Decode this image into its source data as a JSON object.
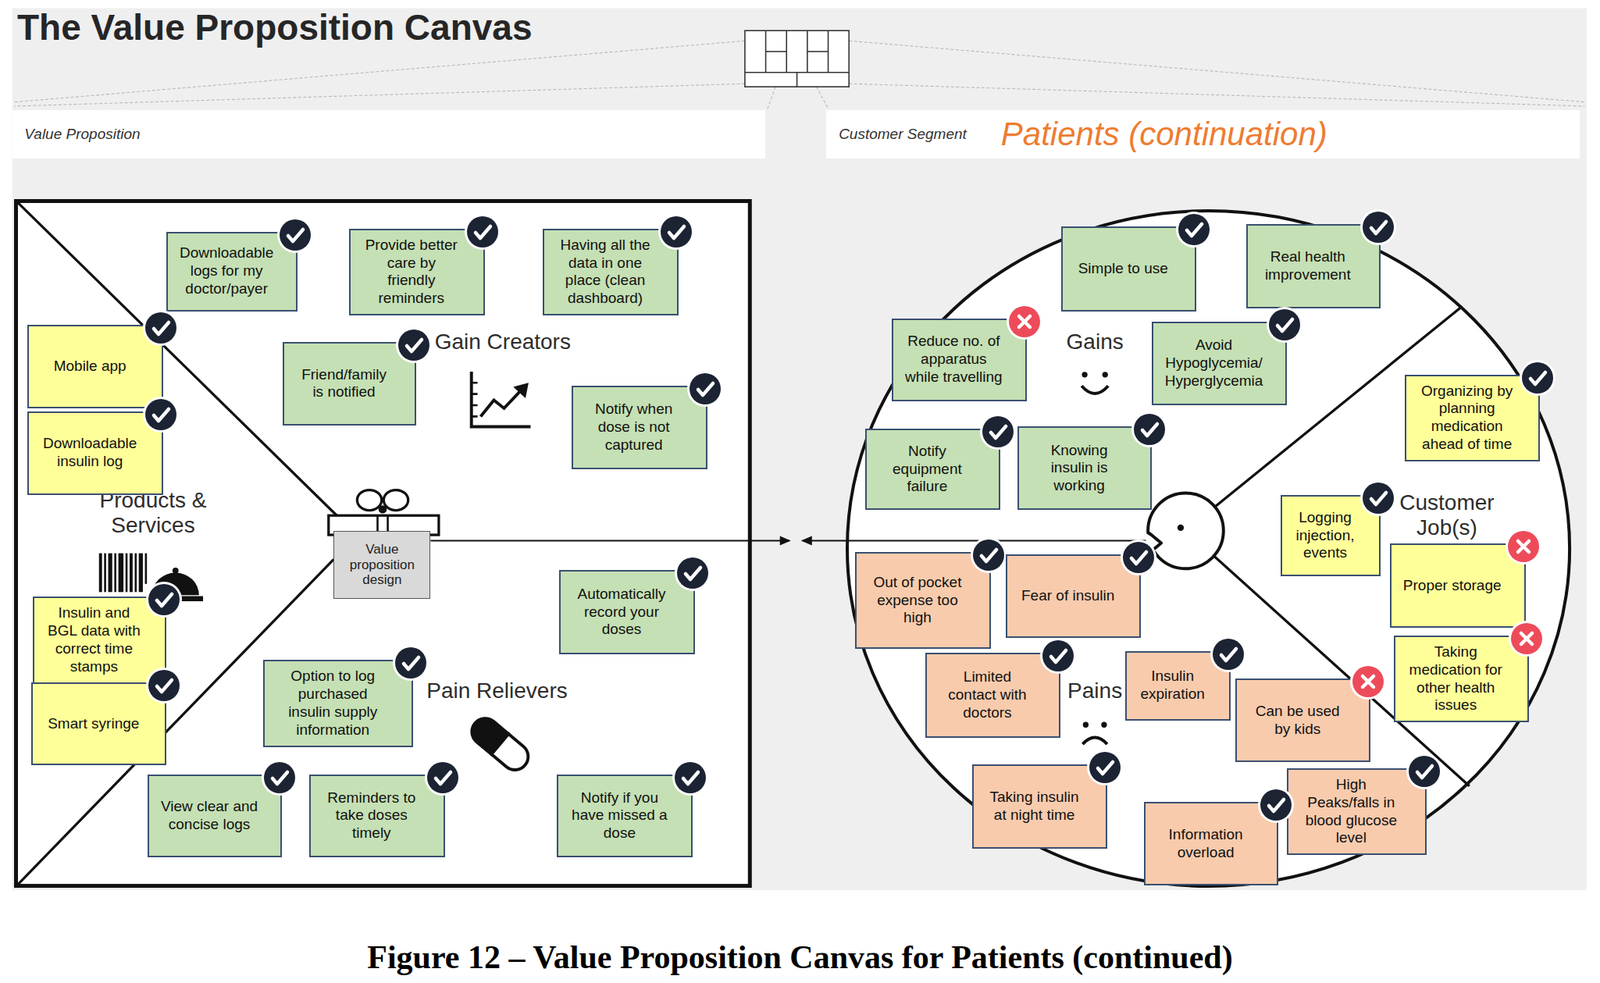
{
  "diagram": {
    "title": "The Value Proposition Canvas",
    "caption": "Figure 12 – Value Proposition Canvas for Patients (continued)",
    "nodes": [
      {
        "text": [
          "Value Proposition"
        ]
      },
      {
        "text": [
          "Customer Segment",
          "Patients (continuation)"
        ]
      },
      {
        "text": [
          "Gain Creators",
          "Products & Services",
          "Pain Relievers"
        ]
      },
      {
        "text": [
          "Downloadable logs for my doctor/payer"
        ],
        "in": 2
      },
      {
        "text": [
          "Provide better care by friendly reminders"
        ],
        "in": 2
      },
      {
        "text": [
          "Having all the data in one place (clean dashboard)"
        ],
        "in": 2
      },
      {
        "text": [
          "Mobile app"
        ],
        "in": 2
      },
      {
        "text": [
          "Friend/family is notified"
        ],
        "in": 2
      },
      {
        "text": [
          "Notify when dose is not captured"
        ],
        "in": 2
      },
      {
        "text": [
          "Downloadable insulin log"
        ],
        "in": 2
      },
      {
        "text": [
          "Value proposition design"
        ],
        "in": 2
      },
      {
        "text": [
          "Insulin and BGL data with correct time stamps"
        ],
        "in": 2
      },
      {
        "text": [
          "Automatically record your doses"
        ],
        "in": 2
      },
      {
        "text": [
          "Option to log purchased insulin supply information"
        ],
        "in": 2
      },
      {
        "text": [
          "Smart syringe"
        ],
        "in": 2
      },
      {
        "text": [
          "View clear and concise logs"
        ],
        "in": 2
      },
      {
        "text": [
          "Reminders to take doses timely"
        ],
        "in": 2
      },
      {
        "text": [
          "Notify if you have missed a dose"
        ],
        "in": 2
      },
      {
        "text": [
          "Gains",
          "Customer Job(s)",
          "Pains"
        ]
      },
      {
        "text": [
          "Simple to use"
        ],
        "in": 18
      },
      {
        "text": [
          "Real health improvement"
        ],
        "in": 18
      },
      {
        "text": [
          "Reduce no. of apparatus while travelling"
        ],
        "in": 18
      },
      {
        "text": [
          "Avoid Hypoglycemia/ Hyperglycemia"
        ],
        "in": 18
      },
      {
        "text": [
          "Organizing by planning medication ahead of time"
        ],
        "in": 18
      },
      {
        "text": [
          "Notify equipment failure"
        ],
        "in": 18
      },
      {
        "text": [
          "Knowing insulin is working"
        ],
        "in": 18
      },
      {
        "text": [
          "Logging injection, events"
        ],
        "in": 18
      },
      {
        "text": [
          "Proper storage"
        ],
        "in": 18
      },
      {
        "text": [
          "Out of pocket expense too high"
        ],
        "in": 18
      },
      {
        "text": [
          "Fear of insulin"
        ],
        "in": 18
      },
      {
        "text": [
          "Taking medication for other health issues"
        ],
        "in": 18
      },
      {
        "text": [
          "Limited contact with doctors"
        ],
        "in": 18
      },
      {
        "text": [
          "Insulin expiration"
        ],
        "in": 18
      },
      {
        "text": [
          "Can be used by kids"
        ],
        "in": 18
      },
      {
        "text": [
          "Taking insulin at night time"
        ],
        "in": 18
      },
      {
        "text": [
          "High Peaks/falls in blood glucose level"
        ],
        "in": 18
      },
      {
        "text": [
          "Information overload"
        ],
        "in": 18
      }
    ],
    "edges": [
      {
        "from": 10,
        "to": 18,
        "arrow": "both"
      }
    ]
  }
}
